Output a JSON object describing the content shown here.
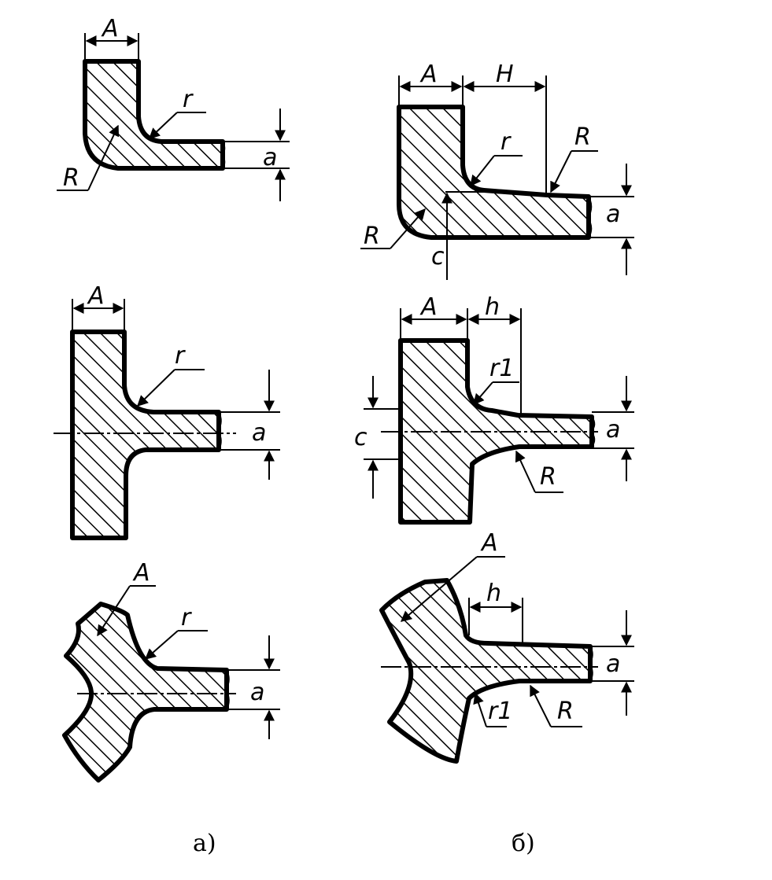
{
  "captions": {
    "left": "а)",
    "right": "б)"
  },
  "labels": {
    "A": "A",
    "H": "H",
    "h": "h",
    "r": "r",
    "r1": "r1",
    "R": "R",
    "a": "a",
    "c": "c"
  },
  "colors": {
    "ink": "#000000",
    "paper": "#ffffff"
  }
}
